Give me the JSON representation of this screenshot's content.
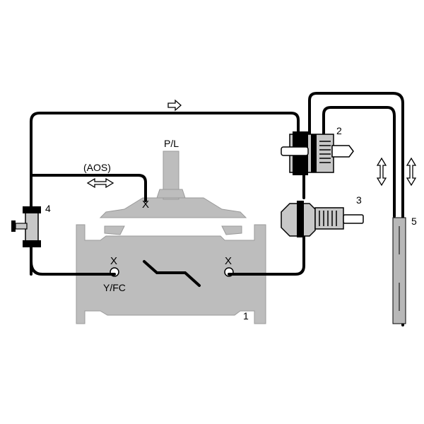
{
  "labels": {
    "pl": "P/L",
    "aos": "(AOS)",
    "yfc": "Y/FC",
    "n1": "1",
    "n2": "2",
    "n3": "3",
    "n4": "4",
    "n5": "5",
    "x_bonnet": "X",
    "x_inlet": "X",
    "x_outlet": "X"
  },
  "colors": {
    "body": "#bdbdbd",
    "tube": "#000000",
    "tank": "#b8b8b8",
    "component": "#c8c8c8"
  },
  "icons": {
    "flow_forward": "hollow-arrow-right-icon",
    "flow_both": "double-arrow-icon",
    "float_updown": "updown-arrows-icon"
  }
}
